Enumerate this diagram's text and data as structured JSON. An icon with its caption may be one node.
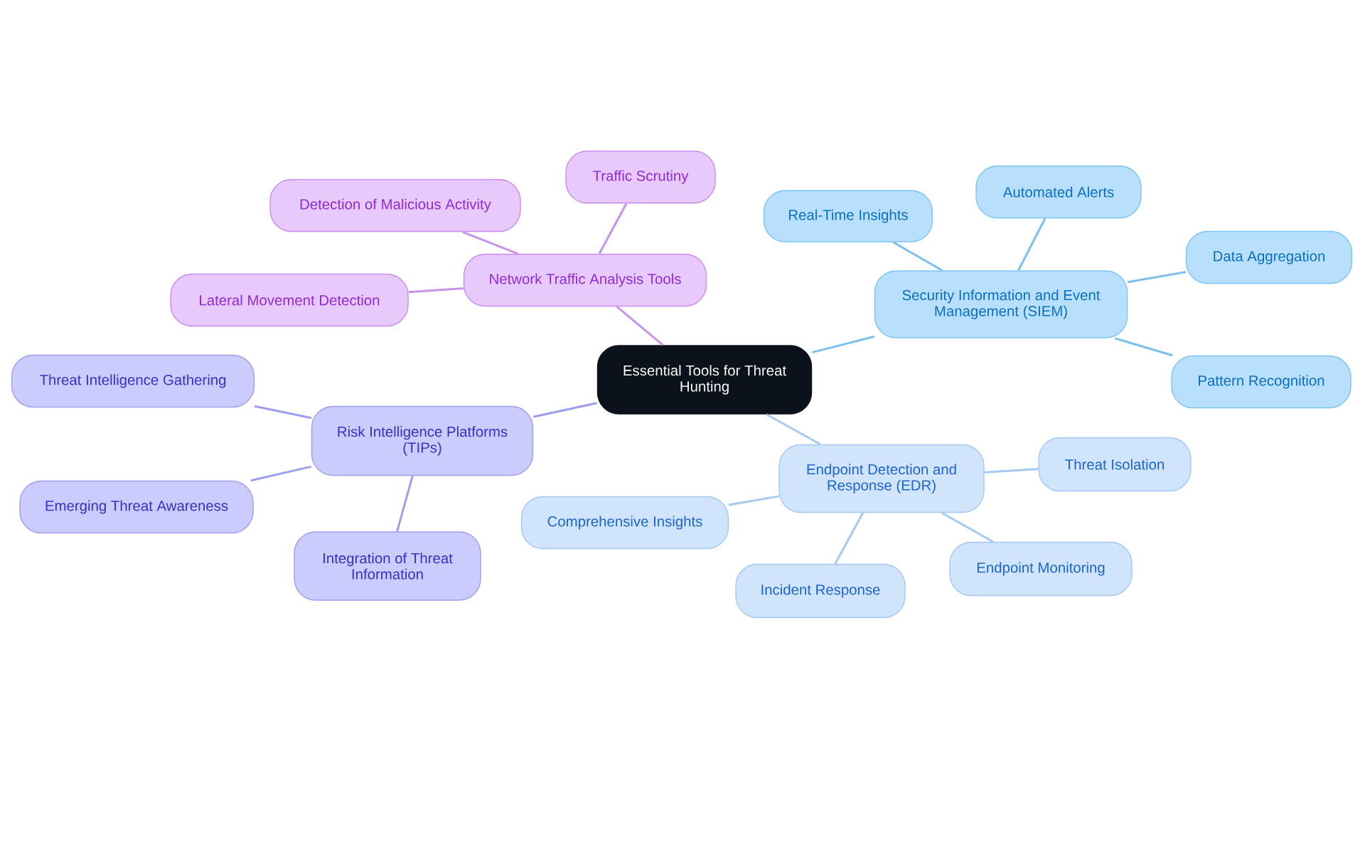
{
  "diagram": {
    "nodes": [
      {
        "text": [
          "Essential Tools for Threat Hunting"
        ]
      },
      {
        "text": [
          "Network Traffic Analysis Tools"
        ]
      },
      {
        "text": [
          "Traffic Scrutiny"
        ]
      },
      {
        "text": [
          "Detection of Malicious Activity"
        ]
      },
      {
        "text": [
          "Lateral Movement Detection"
        ]
      },
      {
        "text": [
          "Security Information and Event Management (SIEM)"
        ]
      },
      {
        "text": [
          "Real-Time Insights"
        ]
      },
      {
        "text": [
          "Automated Alerts"
        ]
      },
      {
        "text": [
          "Data Aggregation"
        ]
      },
      {
        "text": [
          "Pattern Recognition"
        ]
      },
      {
        "text": [
          "Risk Intelligence Platforms (TIPs)"
        ]
      },
      {
        "text": [
          "Threat Intelligence Gathering"
        ]
      },
      {
        "text": [
          "Emerging Threat Awareness"
        ]
      },
      {
        "text": [
          "Integration of Threat Information"
        ]
      },
      {
        "text": [
          "Endpoint Detection and Response (EDR)"
        ]
      },
      {
        "text": [
          "Threat Isolation"
        ]
      },
      {
        "text": [
          "Comprehensive Insights"
        ]
      },
      {
        "text": [
          "Incident Response"
        ]
      },
      {
        "text": [
          "Endpoint Monitoring"
        ]
      }
    ],
    "edges": [
      {
        "from": 0,
        "to": 1,
        "arrow": "none",
        "color": "#c792ea"
      },
      {
        "from": 1,
        "to": 2,
        "arrow": "none",
        "color": "#c792ea"
      },
      {
        "from": 1,
        "to": 3,
        "arrow": "none",
        "color": "#c792ea"
      },
      {
        "from": 1,
        "to": 4,
        "arrow": "none",
        "color": "#c792ea"
      },
      {
        "from": 0,
        "to": 5,
        "arrow": "none",
        "color": "#7cc0f0"
      },
      {
        "from": 5,
        "to": 6,
        "arrow": "none",
        "color": "#7cc0f0"
      },
      {
        "from": 5,
        "to": 7,
        "arrow": "none",
        "color": "#7cc0f0"
      },
      {
        "from": 5,
        "to": 8,
        "arrow": "none",
        "color": "#7cc0f0"
      },
      {
        "from": 5,
        "to": 9,
        "arrow": "none",
        "color": "#7cc0f0"
      },
      {
        "from": 0,
        "to": 10,
        "arrow": "none",
        "color": "#9d9ef0"
      },
      {
        "from": 10,
        "to": 11,
        "arrow": "none",
        "color": "#9d9ef0"
      },
      {
        "from": 10,
        "to": 12,
        "arrow": "none",
        "color": "#9d9ef0"
      },
      {
        "from": 10,
        "to": 13,
        "arrow": "none",
        "color": "#9d9ef0"
      },
      {
        "from": 0,
        "to": 14,
        "arrow": "none",
        "color": "#a4c9f2"
      },
      {
        "from": 14,
        "to": 15,
        "arrow": "none",
        "color": "#a4c9f2"
      },
      {
        "from": 14,
        "to": 16,
        "arrow": "none",
        "color": "#a4c9f2"
      },
      {
        "from": 14,
        "to": 17,
        "arrow": "none",
        "color": "#a4c9f2"
      },
      {
        "from": 14,
        "to": 18,
        "arrow": "none",
        "color": "#a4c9f2"
      }
    ]
  }
}
